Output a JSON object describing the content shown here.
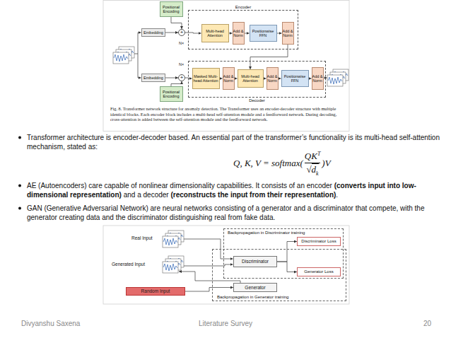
{
  "diagram": {
    "caption": "Fig. 8. Transformer network structure for anomaly detection. The Transformer uses an encoder-decoder structure with multiple identical blocks. Each encoder block includes a multi-head self-attention module and a feedforward network. During decoding, cross-attention is added between the self-attention module and the feedforward network.",
    "nodes": [
      {
        "text": [
          "Positional Encoding"
        ]
      },
      {
        "text": [
          "Embedding"
        ]
      },
      {
        "text": [
          "+"
        ]
      },
      {
        "text": [
          "Encoder"
        ]
      },
      {
        "text": [
          "Multi-head Attention"
        ],
        "in": 3
      },
      {
        "text": [
          "Add & Norm"
        ],
        "in": 3
      },
      {
        "text": [
          "Positionwise FFN"
        ],
        "in": 3
      },
      {
        "text": [
          "Add & Norm"
        ],
        "in": 3
      },
      {
        "text": [
          "Embedding"
        ]
      },
      {
        "text": [
          "+"
        ]
      },
      {
        "text": [
          "Decoder"
        ]
      },
      {
        "text": [
          "Masked Multi-head Attention"
        ],
        "in": 10
      },
      {
        "text": [
          "Add & Norm"
        ],
        "in": 10
      },
      {
        "text": [
          "Multi-head Attention"
        ],
        "in": 10
      },
      {
        "text": [
          "Add & Norm"
        ],
        "in": 10
      },
      {
        "text": [
          "Positionwise FFN"
        ],
        "in": 10
      },
      {
        "text": [
          "Add & Norm"
        ],
        "in": 10
      },
      {
        "text": [
          "Positional Encoding"
        ]
      },
      {
        "text": [
          "Backpropagation in Discriminator training"
        ]
      },
      {
        "text": [
          "Discriminator Loss"
        ]
      },
      {
        "text": [
          "Discriminator"
        ]
      },
      {
        "text": [
          "Generator Loss"
        ]
      },
      {
        "text": [
          "Backpropagation in Generator training"
        ]
      },
      {
        "text": [
          "Generator"
        ]
      },
      {
        "text": [
          "Random Input"
        ]
      }
    ],
    "edges": [
      {
        "from": 1,
        "to": 2,
        "arrow": "to"
      },
      {
        "from": 0,
        "to": 2,
        "arrow": "to"
      },
      {
        "from": 2,
        "to": 4,
        "arrow": "to"
      },
      {
        "from": 4,
        "to": 5,
        "arrow": "to"
      },
      {
        "from": 5,
        "to": 6,
        "arrow": "to"
      },
      {
        "from": 6,
        "to": 7,
        "arrow": "to"
      },
      {
        "from": 7,
        "to": 13,
        "arrow": "to"
      },
      {
        "from": 8,
        "to": 9,
        "arrow": "to"
      },
      {
        "from": 17,
        "to": 9,
        "arrow": "to"
      },
      {
        "from": 9,
        "to": 11,
        "arrow": "to"
      },
      {
        "from": 11,
        "to": 12,
        "arrow": "to"
      },
      {
        "from": 12,
        "to": 13,
        "arrow": "to"
      },
      {
        "from": 13,
        "to": 14,
        "arrow": "to"
      },
      {
        "from": 14,
        "to": 15,
        "arrow": "to"
      },
      {
        "from": 15,
        "to": 16,
        "arrow": "to"
      },
      {
        "from": 24,
        "to": 23,
        "arrow": "to"
      },
      {
        "from": 20,
        "to": 19,
        "arrow": "to"
      },
      {
        "from": 20,
        "to": 21,
        "arrow": "to"
      }
    ],
    "labels": [
      "N×",
      "N×",
      "Transformer architecture is encoder-decoder based. An essential part of the transformer’s functionality is its multi-head self-attention mechanism, stated as:",
      "Q, K, V = softmax(",
      "QK",
      "T",
      "√",
      "d",
      "k",
      ")V",
      "AE (Autoencoders) care capable of nonlinear dimensionality capabilities. It consists of an encoder",
      "(converts input into low-dimensional representation)",
      "and a decoder",
      "(reconstructs the input from their representation)",
      ".",
      "GAN (Generative Adversarial Network) are neural networks consisting of a generator and a discriminator that compete, with the generator creating data and the discriminator distinguishing real from fake data.",
      "Real Input",
      "Generated Input",
      "Divyanshu Saxena",
      "Literature Survey",
      "20"
    ]
  }
}
